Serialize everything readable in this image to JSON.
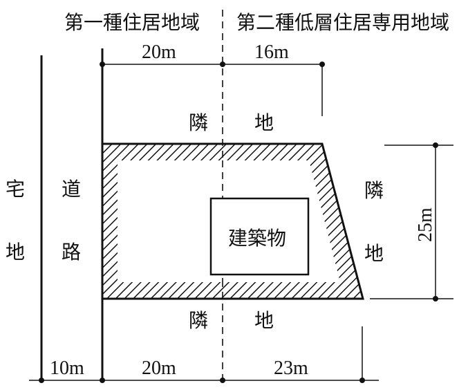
{
  "zones": {
    "left": "第一種住居地域",
    "right": "第二種低層住居専用地域"
  },
  "labels": {
    "takuchi": [
      "宅",
      "地"
    ],
    "douro": [
      "道",
      "路"
    ],
    "rinchi_top": [
      "隣",
      "地"
    ],
    "rinchi_bottom": [
      "隣",
      "地"
    ],
    "rinchi_right": [
      "隣",
      "地"
    ],
    "building": "建築物"
  },
  "dimensions": {
    "top_left": "20m",
    "top_right": "16m",
    "right_height": "25m",
    "bottom_road": "10m",
    "bottom_left": "20m",
    "bottom_right": "23m"
  }
}
